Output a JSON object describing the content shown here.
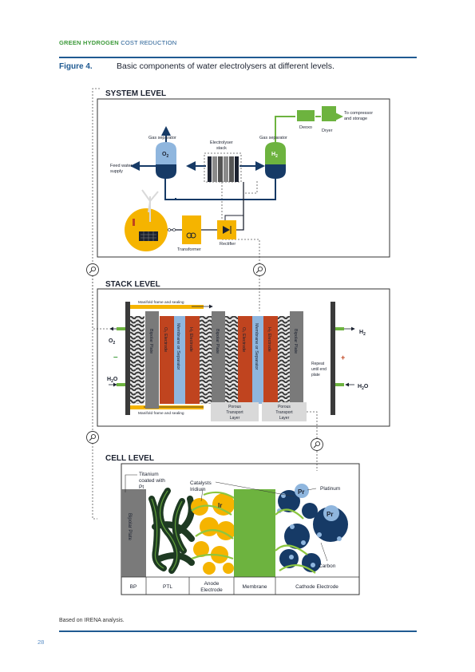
{
  "header": {
    "part1": "GREEN HYDROGEN",
    "part2": "COST REDUCTION"
  },
  "figure": {
    "number": "Figure 4.",
    "title": "Basic components of water electrolysers at different levels."
  },
  "system": {
    "heading": "SYSTEM LEVEL",
    "gas_separator_left": "Gas separator",
    "gas_separator_right": "Gas separator",
    "o2": "O",
    "o2_sub": "2",
    "h2": "H",
    "h2_sub": "2",
    "stack_label_1": "Electrolyser",
    "stack_label_2": "stack",
    "feed_water_1": "Feed water",
    "feed_water_2": "supply",
    "deoxo": "Deoxo",
    "dryer": "Dryer",
    "compressor_1": "To compressor",
    "compressor_2": "and storage",
    "rectifier": "Rectifier",
    "transformer": "Transformer"
  },
  "stack": {
    "heading": "STACK LEVEL",
    "manifold_top": "Manifold frame and sealing",
    "manifold_bottom": "Manifold frame and sealing",
    "bipolar_plate": "Bipolar Plate",
    "o2_electrode": "O₂ Electrode",
    "membrane": "Membrane or Separator",
    "h2_electrode": "H₂ Electrode",
    "repeat_1": "Repeat",
    "repeat_2": "until end",
    "repeat_3": "plate",
    "ptl_1": "Porous",
    "ptl_2": "Transport",
    "ptl_3": "Layer",
    "o2_out": "O",
    "h2_out": "H",
    "h2o_in": "H",
    "sub2": "2",
    "o_letter": "O",
    "minus": "–",
    "plus": "+"
  },
  "cell": {
    "heading": "CELL LEVEL",
    "titanium_1": "Titanium",
    "titanium_2": "coated with",
    "titanium_3": "Pt",
    "catalysts_1": "Catalysts",
    "catalysts_2": "Iridium",
    "ir": "Ir",
    "pr": "Pr",
    "platinum": "Platinum",
    "carbon": "Carbon",
    "bipolar_plate": "Bipolar Plate",
    "columns": [
      "BP",
      "PTL",
      "Anode Electrode",
      "Membrane",
      "Cathode Electrode"
    ],
    "anode_1": "Anode",
    "anode_2": "Electrode"
  },
  "footnote": "Based on IRENA analysis.",
  "page_number": "28",
  "colors": {
    "blue": "#1f5a92",
    "navy": "#163a66",
    "green": "#6db33f",
    "dark_green": "#2f6b30",
    "yellow": "#f5b400",
    "orange_red": "#c0441f",
    "light_blue": "#8fb6de",
    "grey": "#7a7a7a"
  }
}
